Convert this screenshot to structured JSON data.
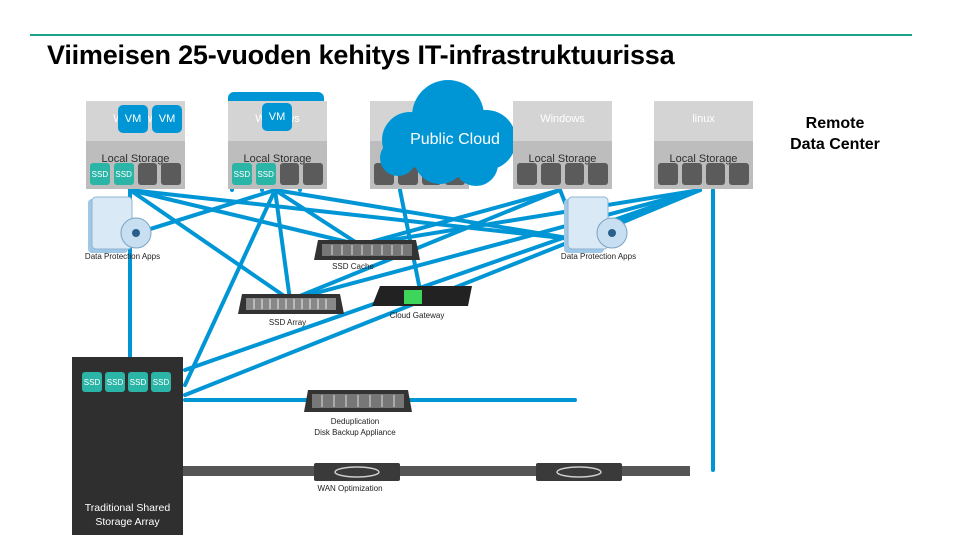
{
  "title": "Viimeisen 25-vuoden kehitys IT-infrastruktuurissa",
  "colors": {
    "accent_line": "#1aa58a",
    "link": "#0096d6",
    "ssd": "#2bb5a6"
  },
  "servers": [
    {
      "os": "Windows",
      "local_storage": "Local Storage",
      "slots": [
        "SSD",
        "SSD",
        "",
        ""
      ],
      "vms": [
        "VM",
        "VM"
      ]
    },
    {
      "os": "Windows",
      "local_storage": "Local Storage",
      "slots": [
        "SSD",
        "SSD",
        "",
        ""
      ],
      "vms": [
        "VM"
      ]
    },
    {
      "os": "",
      "local_storage": "",
      "slots": [
        "",
        "",
        "",
        ""
      ],
      "vms": []
    },
    {
      "os": "Windows",
      "local_storage": "Local Storage",
      "slots": [
        "",
        "",
        "",
        ""
      ],
      "vms": []
    },
    {
      "os": "linux",
      "local_storage": "Local Storage",
      "slots": [
        "",
        "",
        "",
        ""
      ],
      "vms": []
    }
  ],
  "public_cloud": "Public Cloud",
  "remote_data_center": [
    "Remote",
    "Data Center"
  ],
  "devices": {
    "dp_left": "Data Protection Apps",
    "dp_right": "Data Protection Apps",
    "ssd_cache": "SSD Cache",
    "ssd_array": "SSD Array",
    "cloud_gateway": "Cloud Gateway",
    "dedup_line1": "Deduplication",
    "dedup_line2": "Disk Backup Appliance",
    "wan": "WAN Optimization"
  },
  "traditional_array": {
    "ssd": [
      "SSD",
      "SSD",
      "SSD",
      "SSD"
    ],
    "line1": "Traditional Shared",
    "line2": "Storage Array"
  }
}
